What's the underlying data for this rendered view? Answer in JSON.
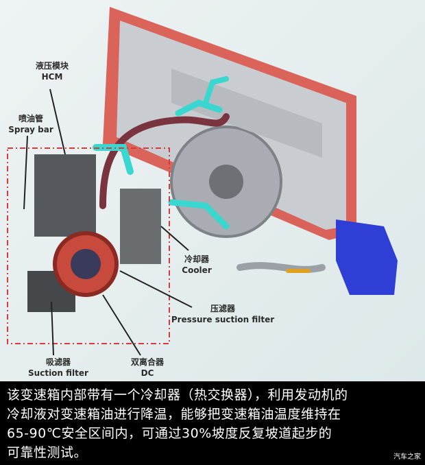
{
  "labels": {
    "hcm": {
      "zh": "液压模块",
      "en": "HCM"
    },
    "spray_bar": {
      "zh": "喷油管",
      "en": "Spray bar"
    },
    "cooler": {
      "zh": "冷却器",
      "en": "Cooler"
    },
    "pressure_suction_filter": {
      "zh": "压滤器",
      "en": "Pressure suction filter"
    },
    "suction_filter": {
      "zh": "吸滤器",
      "en": "Suction filter"
    },
    "dc": {
      "zh": "双离合器",
      "en": "DC"
    }
  },
  "caption": {
    "lines": [
      "该变速箱内部带有一个冷却器（热交换器），利用发动机的",
      "冷却液对变速箱油进行降温，能够把变速箱油温度维持在",
      "65-90℃安全区间内，可通过30%坡度反复坡道起步的",
      "可靠性测试。"
    ]
  },
  "watermark": "汽车之家",
  "colors": {
    "radiator": "#e8453a",
    "hoses": "#3ad6d0",
    "highlight_box": "#d63a3a",
    "reservoir": "#2f3fd6"
  }
}
